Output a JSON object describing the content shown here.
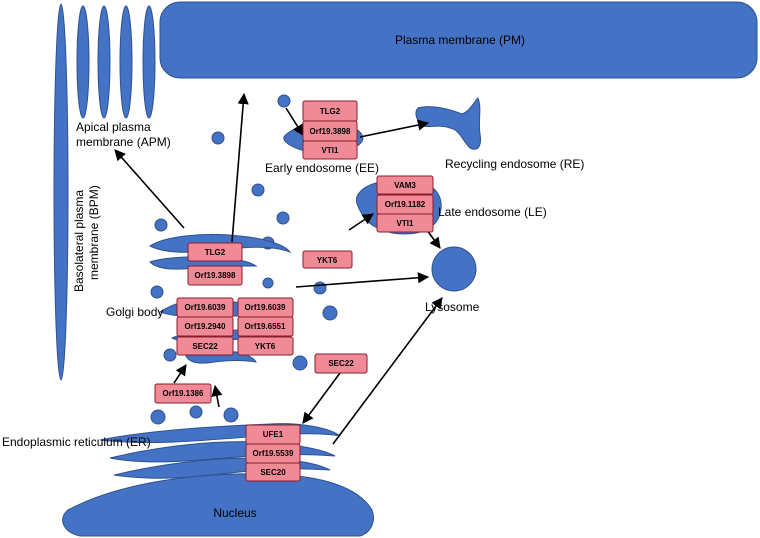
{
  "labels": {
    "pm": "Plasma membrane (PM)",
    "apm_line1": "Apical plasma",
    "apm_line2": "membrane (APM)",
    "bpm_line1": "Basolateral plasma",
    "bpm_line2": "membrane (BPM)",
    "ee": "Early endosome (EE)",
    "re": "Recycling endosome (RE)",
    "le": "Late endosome (LE)",
    "lysosome": "Lysosome",
    "golgi": "Golgi body",
    "er": "Endoplasmic reticulum (ER)",
    "nucleus": "Nucleus"
  },
  "boxes": {
    "ee_1": "TLG2",
    "ee_2": "Orf19.3898",
    "ee_3": "VTI1",
    "le_1": "VAM3",
    "le_2": "Orf19.1182",
    "le_3": "VTI1",
    "ykt6_le": "YKT6",
    "golgi_top_1": "TLG2",
    "golgi_top_2": "Orf19.3898",
    "golgi_l1": "Orf19.6039",
    "golgi_l2": "Orf19.2940",
    "golgi_l3": "SEC22",
    "golgi_r1": "Orf19.6039",
    "golgi_r2": "Orf19.6551",
    "golgi_r3": "YKT6",
    "sec22_right": "SEC22",
    "orf1386": "Orf19.1386",
    "er_1": "UFE1",
    "er_2": "Orf19.5539",
    "er_3": "SEC20"
  },
  "colors": {
    "membrane": "#4472c4",
    "snare_box": "#f08a96",
    "snare_border": "#8b1c2c"
  }
}
